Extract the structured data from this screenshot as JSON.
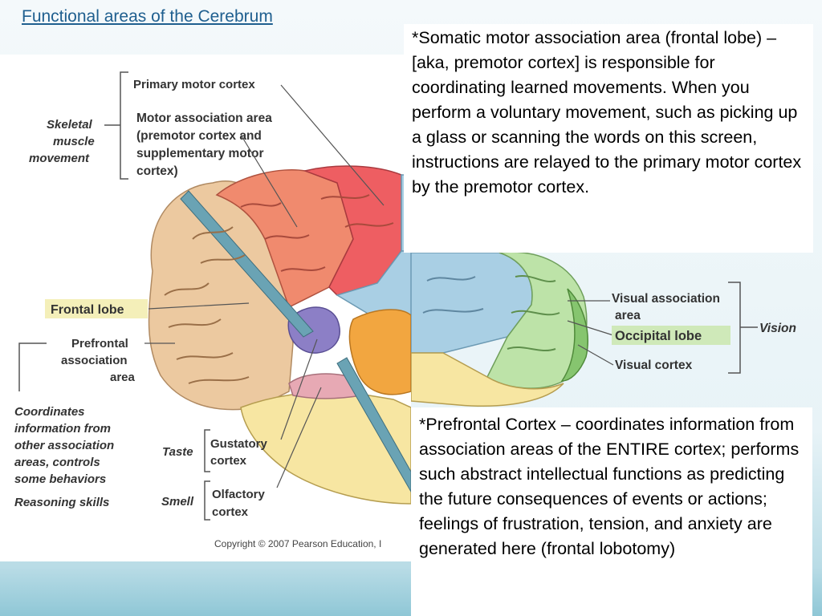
{
  "slide": {
    "title": "Functional areas of the Cerebrum"
  },
  "figure": {
    "labels": {
      "primary_motor": "Primary motor cortex",
      "motor_assoc_1": "Motor association area",
      "motor_assoc_2": "(premotor cortex and",
      "motor_assoc_3": "supplementary motor",
      "motor_assoc_4": "cortex)",
      "skeletal_1": "Skeletal",
      "skeletal_2": "muscle",
      "skeletal_3": "movement",
      "frontal_lobe": "Frontal lobe",
      "prefrontal_1": "Prefrontal",
      "prefrontal_2": "association",
      "prefrontal_3": "area",
      "coord_1": "Coordinates",
      "coord_2": "information from",
      "coord_3": "other association",
      "coord_4": "areas, controls",
      "coord_5": "some behaviors",
      "reasoning": "Reasoning skills",
      "taste": "Taste",
      "gustatory_1": "Gustatory",
      "gustatory_2": "cortex",
      "smell": "Smell",
      "olfactory_1": "Olfactory",
      "olfactory_2": "cortex",
      "visual_assoc_1": "Visual association",
      "visual_assoc_2": "area",
      "occipital_lobe": "Occipital lobe",
      "vision": "Vision",
      "visual_cortex": "Visual cortex",
      "copyright": "Copyright © 2007 Pearson Education, I"
    },
    "colors": {
      "frontal": "#ecc9a0",
      "motor_primary": "#ee5e62",
      "motor_assoc": "#f08a6e",
      "parietal": "#a9cfe4",
      "temporal": "#f7e6a2",
      "gustatory": "#8c7fc6",
      "visual_assoc": "#bde3a8",
      "visual_cortex": "#86c56f",
      "auditory": "#f2a640",
      "olfactory": "#e7a9b4",
      "frontal_highlight": "#f4efb9",
      "occipital_highlight": "#cfe9b9"
    }
  },
  "notes": {
    "premotor": "*Somatic motor association area (frontal lobe) – [aka, premotor cortex] is responsible for coordinating learned movements. When you perform a voluntary movement, such as picking up a glass or scanning the words on this screen, instructions are relayed to the primary motor cortex by the premotor cortex.",
    "prefrontal": "*Prefrontal Cortex – coordinates information from association areas of the ENTIRE cortex; performs such abstract intellectual functions as predicting the future consequences of events or actions; feelings of frustration, tension, and anxiety are generated here (frontal lobotomy)"
  }
}
